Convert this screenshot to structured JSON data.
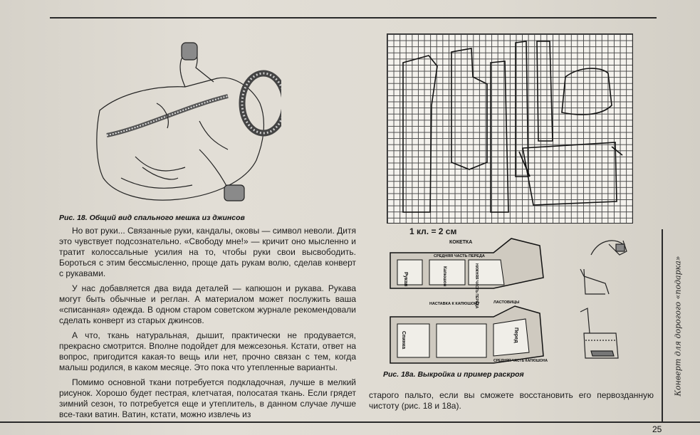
{
  "figure18": {
    "caption": "Рис. 18. Общий вид спального мешка из джинсов"
  },
  "figure18a": {
    "caption": "Рис. 18а. Выкройка и пример раскроя",
    "scale": "1 кл. = 2 см",
    "labels": {
      "koketka": "КОКЕТКА",
      "rukav": "Рукав",
      "srednyaya_pered": "СРЕДНЯЯ ЧАСТЬ ПЕРЕДА",
      "kaposhon": "Капюшон",
      "nizhnyaya_pered": "НИЖНЯЯ ЧАСТЬ ПЕРЕДА",
      "nastavka": "НАСТАВКА К КАПЮШОНУ",
      "lastovitsy": "ЛАСТОВИЦЫ",
      "spinka": "Спинка",
      "pered": "Перед",
      "srednyaya_kaposhon": "СРЕДНЯЯ ЧАСТЬ КАПЮШОНА"
    }
  },
  "body": {
    "p1": "Но вот руки... Связанные руки, кандалы, оковы — символ неволи. Дитя это чувствует подсознательно. «Свободу мне!» — кричит оно мысленно и тратит колоссальные усилия на то, чтобы руки свои высвободить. Бороться с этим бессмысленно, проще дать рукам волю, сделав конверт с рукавами.",
    "p2": "У нас добавляется два вида деталей — капюшон и рукава. Рукава могут быть обычные и реглан. А материалом может послужить ваша «списанная» одежда. В одном старом советском журнале рекомендовали сделать конверт из старых джинсов.",
    "p3": "А что, ткань натуральная, дышит, практически не продувается, прекрасно смотрится. Вполне подойдет для межсезонья. Кстати, ответ на вопрос, пригодится какая-то вещь или нет, прочно связан с тем, когда малыш родился, в каком месяце. Это пока что утепленные варианты.",
    "p4": "Помимо основной ткани потребуется подкладочная, лучше в мелкий рисунок. Хорошо будет пестрая, клетчатая, полосатая ткань. Если грядет зимний сезон, то потребуется еще и утеплитель, в данном случае лучше все-таки ватин. Ватин, кстати, можно извлечь из",
    "p5": "старого пальто, если вы сможете восстановить его первозданную чистоту (рис. 18 и 18а)."
  },
  "side_title": "Конверт для дорогого «подарка»",
  "page_number": "25"
}
